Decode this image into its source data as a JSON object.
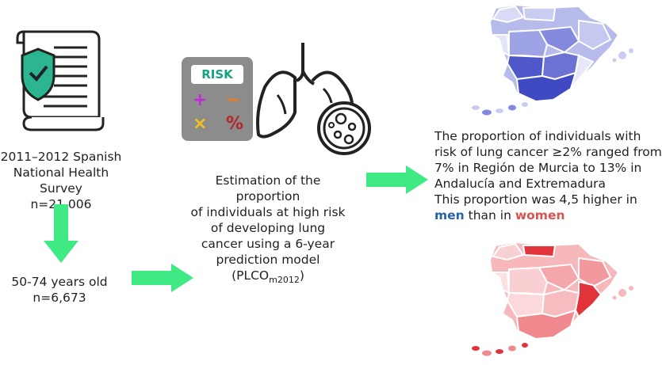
{
  "survey": {
    "line1": "2011–2012 Spanish",
    "line2": "National Health Survey",
    "line3": "n=21,006"
  },
  "age": {
    "line1": "50-74 years old",
    "line2": "n=6,673"
  },
  "calculator": {
    "screen": "RISK",
    "plus": "+",
    "minus": "−",
    "times": "×",
    "percent": "%"
  },
  "estimation": {
    "line1": "Estimation of the",
    "line2": "proportion",
    "line3": "of individuals at high risk",
    "line4": "of developing lung",
    "line5": "cancer using a 6-year",
    "line6": "prediction model",
    "model_prefix": "(PLCO",
    "model_sub": "m2012",
    "model_suffix": ")"
  },
  "result": {
    "line1": "The proportion of individuals with",
    "line2": "risk of lung cancer ≥2% ranged from",
    "line3": "7% in Región de Murcia to 13% in",
    "line4": "Andalucía and Extremadura",
    "line5": "This proportion was 4,5 higher in",
    "men": "men",
    "than_in": " than in ",
    "women": "women"
  },
  "colors": {
    "arrow": "#3fea85",
    "map_blue_dark": "#4a55c8",
    "map_blue_light": "#dfe1f6",
    "map_red_dark": "#e0343a",
    "map_red_light": "#fbe1e2",
    "shield": "#2bb590"
  }
}
